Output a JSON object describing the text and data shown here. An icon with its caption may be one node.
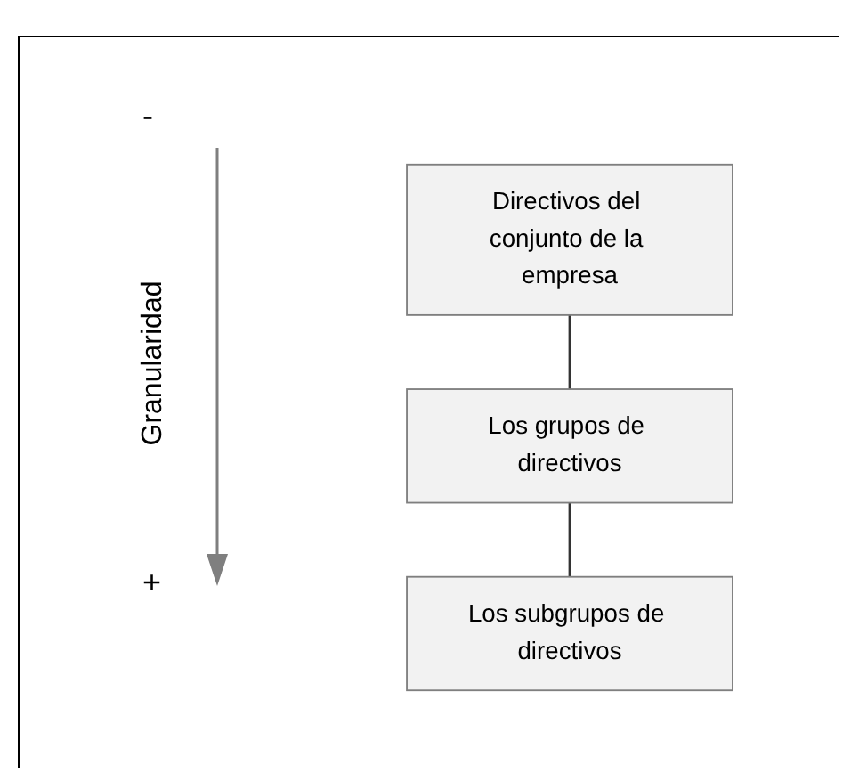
{
  "diagram": {
    "nodes": [
      {
        "text": [
          "Directivos del conjunto de la empresa"
        ]
      },
      {
        "text": [
          "Los grupos de directivos"
        ]
      },
      {
        "text": [
          "Los subgrupos de directivos"
        ]
      }
    ],
    "edges": [
      {
        "from": 0,
        "to": 1,
        "arrow": "none"
      },
      {
        "from": 1,
        "to": 2,
        "arrow": "none"
      }
    ],
    "labels": [
      "-",
      "Granularidad",
      "+"
    ]
  }
}
